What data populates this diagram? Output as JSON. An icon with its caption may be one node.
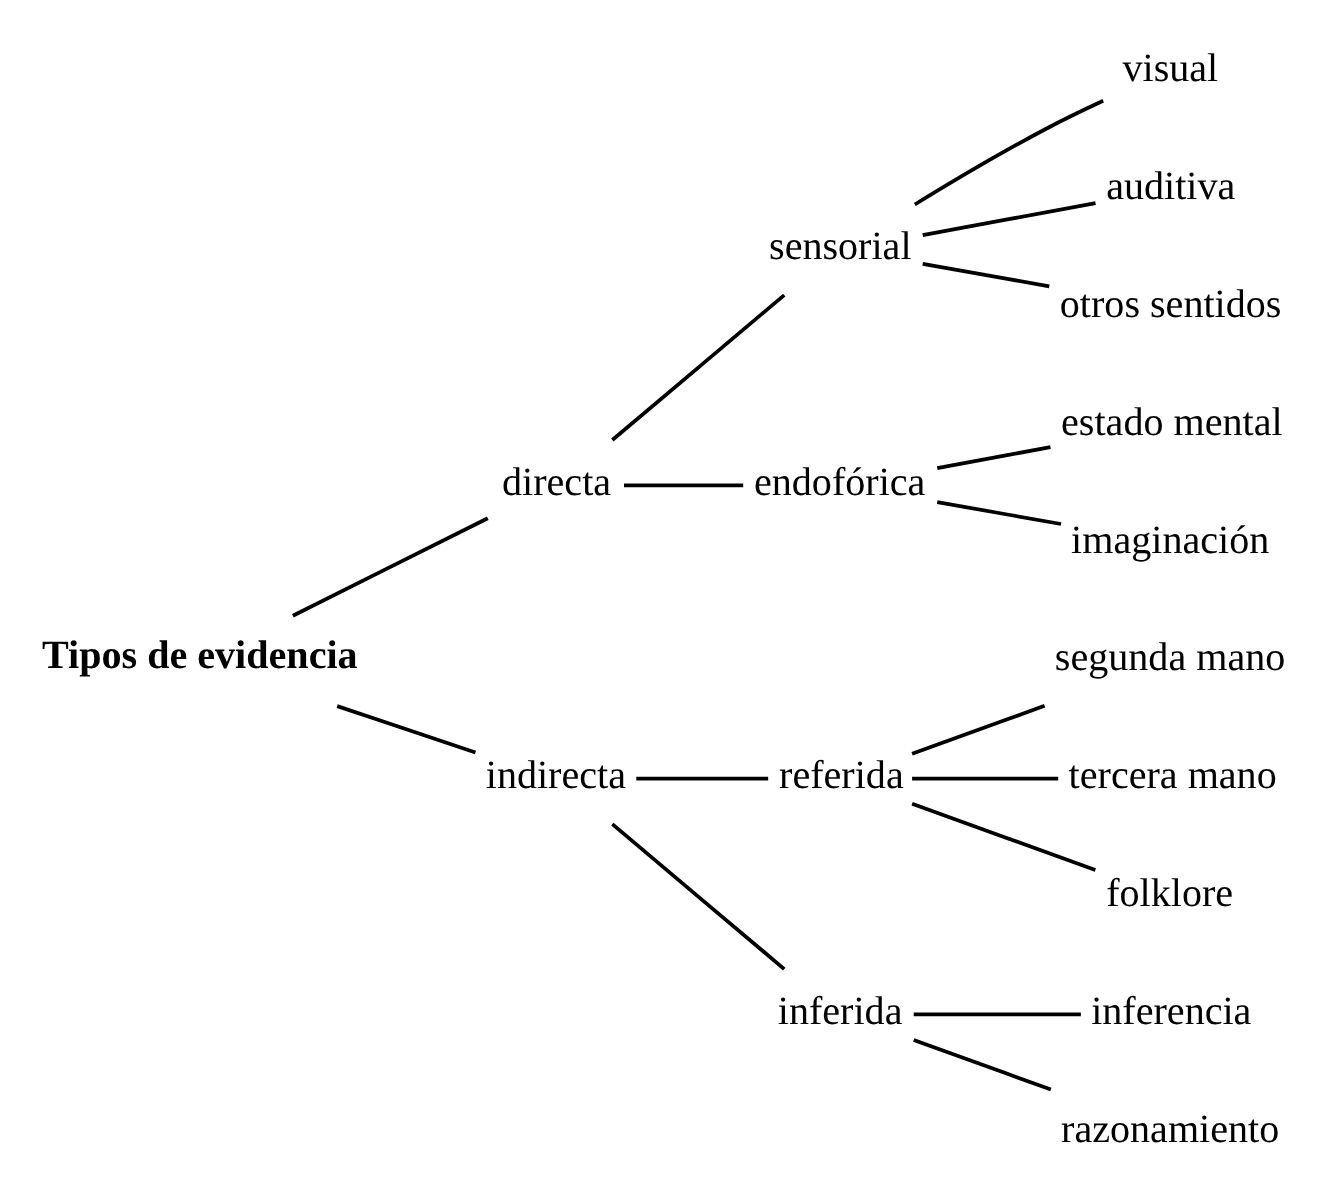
{
  "diagram": {
    "nodes": [
      {
        "text": [
          "Tipos de evidencia"
        ]
      },
      {
        "text": [
          "directa"
        ]
      },
      {
        "text": [
          "sensorial"
        ]
      },
      {
        "text": [
          "visual"
        ]
      },
      {
        "text": [
          "auditiva"
        ]
      },
      {
        "text": [
          "otros sentidos"
        ]
      },
      {
        "text": [
          "endofórica"
        ]
      },
      {
        "text": [
          "estado mental"
        ]
      },
      {
        "text": [
          "imaginación"
        ]
      },
      {
        "text": [
          "indirecta"
        ]
      },
      {
        "text": [
          "referida"
        ]
      },
      {
        "text": [
          "segunda mano"
        ]
      },
      {
        "text": [
          "tercera mano"
        ]
      },
      {
        "text": [
          "folklore"
        ]
      },
      {
        "text": [
          "inferida"
        ]
      },
      {
        "text": [
          "inferencia"
        ]
      },
      {
        "text": [
          "razonamiento"
        ]
      }
    ],
    "edges": [
      {
        "from": 0,
        "to": 1,
        "arrow": "none"
      },
      {
        "from": 0,
        "to": 9,
        "arrow": "none"
      },
      {
        "from": 1,
        "to": 2,
        "arrow": "none"
      },
      {
        "from": 1,
        "to": 6,
        "arrow": "none"
      },
      {
        "from": 2,
        "to": 3,
        "arrow": "none"
      },
      {
        "from": 2,
        "to": 4,
        "arrow": "none"
      },
      {
        "from": 2,
        "to": 5,
        "arrow": "none"
      },
      {
        "from": 6,
        "to": 7,
        "arrow": "none"
      },
      {
        "from": 6,
        "to": 8,
        "arrow": "none"
      },
      {
        "from": 9,
        "to": 10,
        "arrow": "none"
      },
      {
        "from": 9,
        "to": 14,
        "arrow": "none"
      },
      {
        "from": 10,
        "to": 11,
        "arrow": "none"
      },
      {
        "from": 10,
        "to": 12,
        "arrow": "none"
      },
      {
        "from": 10,
        "to": 13,
        "arrow": "none"
      },
      {
        "from": 14,
        "to": 15,
        "arrow": "none"
      },
      {
        "from": 14,
        "to": 16,
        "arrow": "none"
      }
    ]
  }
}
